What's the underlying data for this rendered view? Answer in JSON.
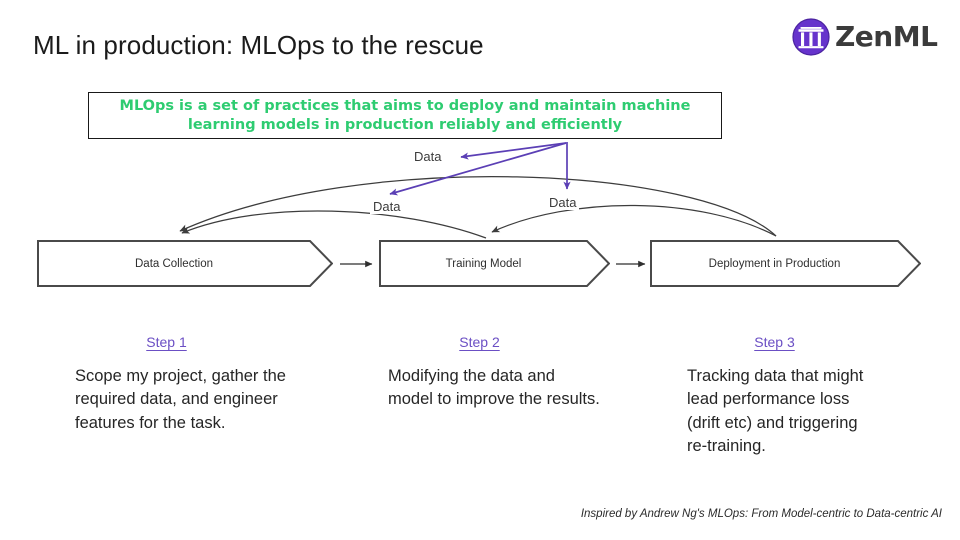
{
  "slide": {
    "title": "ML in production: MLOps to the rescue",
    "background_color": "#ffffff",
    "footer_note": "Inspired by Andrew Ng's MLOps: From Model-centric to Data-centric AI"
  },
  "logo": {
    "wordmark": "ZenML",
    "mark_color": "#6633cc",
    "wordmark_color": "#3b3b3b",
    "icon_name": "zenml-pillar-logo"
  },
  "definition": {
    "text": "MLOps is a set of practices that aims to deploy and maintain machine learning models in production reliably and efficiently",
    "text_color": "#2ecc71",
    "border_color": "#191919"
  },
  "flow": {
    "steps": [
      {
        "label": "Data Collection"
      },
      {
        "label": "Training Model"
      },
      {
        "label": "Deployment in Production"
      }
    ],
    "stroke_color": "#4a4a4a"
  },
  "data_labels": [
    {
      "text": "Data"
    },
    {
      "text": "Data"
    },
    {
      "text": "Data"
    }
  ],
  "feedback_arrow_color": "#5b3fb5",
  "steps": [
    {
      "heading": "Step 1",
      "body": "Scope my project, gather the required data, and engineer features for the task."
    },
    {
      "heading": "Step 2",
      "body": "Modifying the data and model to improve the results."
    },
    {
      "heading": "Step 3",
      "body": "Tracking data that might lead performance loss (drift etc) and triggering re-training."
    }
  ],
  "accent_colors": {
    "step_heading": "#6b4fc4",
    "green": "#2ecc71",
    "purple": "#5b3fb5"
  }
}
